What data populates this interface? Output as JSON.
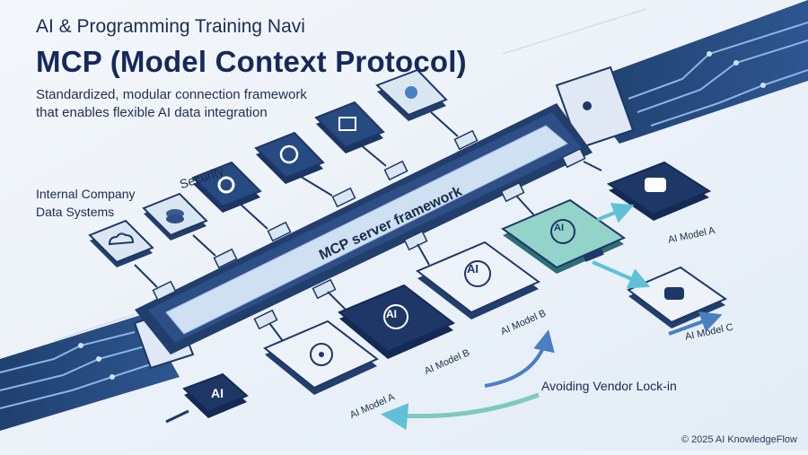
{
  "header": {
    "kicker": "AI & Programming Training Navi",
    "title": "MCP (Model Context Protocol)",
    "subtitle": "Standardized, modular connection framework that enables flexible AI data integration"
  },
  "diagram": {
    "hub_label": "MCP server framework",
    "labels": {
      "security": "Security",
      "internal_systems": "Internal Company Data Systems",
      "vendor_lockin": "Avoiding Vendor Lock-in"
    },
    "models": {
      "model_a_right": "AI Model A",
      "model_c": "AI Model C",
      "model_b_mid": "AI Model B",
      "model_b_left": "AI Model B",
      "model_a_left": "AI Model A"
    },
    "chip_text": "AI"
  },
  "footer": {
    "copyright": "© 2025 AI KnowledgeFlow"
  },
  "colors": {
    "navy": "#1e3766",
    "steel": "#b9cde6",
    "teal": "#7fc8bf",
    "arrow_blue": "#4a7fc2",
    "background": "#eef3f9"
  }
}
